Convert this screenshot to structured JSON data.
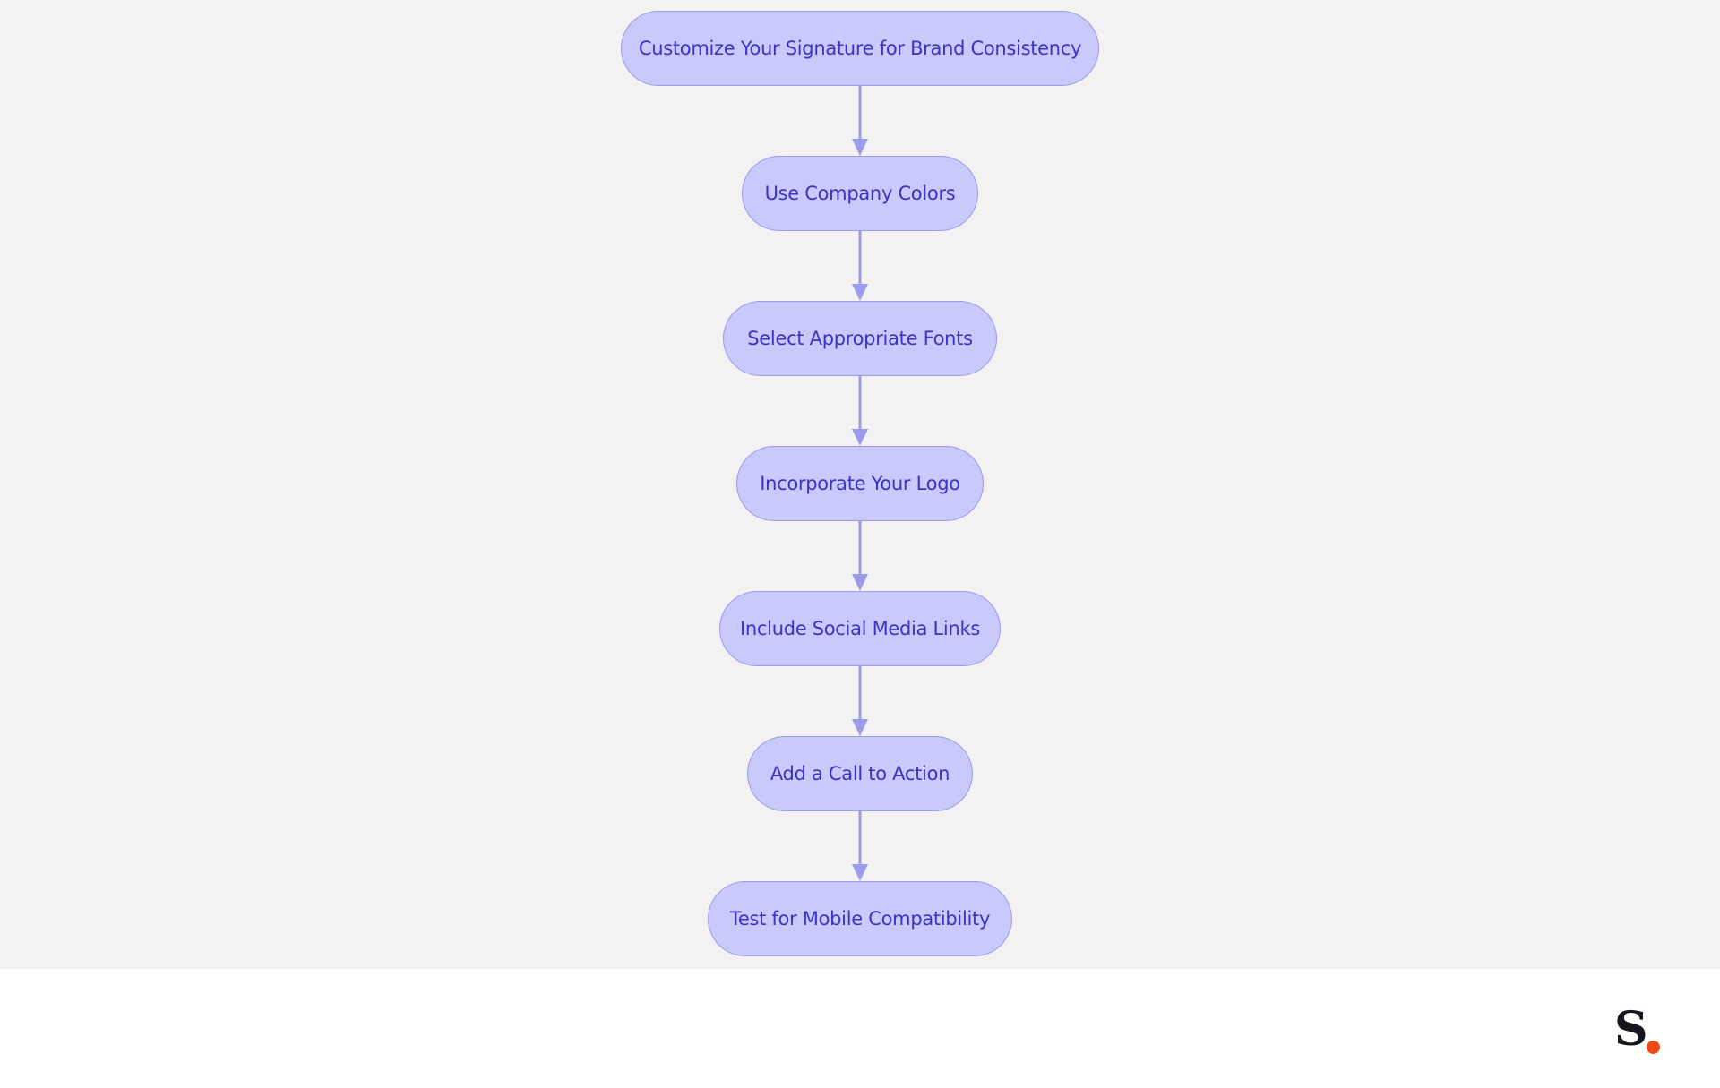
{
  "diagram": {
    "nodes": [
      "Customize Your Signature for Brand Consistency",
      "Use Company Colors",
      "Select Appropriate Fonts",
      "Incorporate Your Logo",
      "Include Social Media Links",
      "Add a Call to Action",
      "Test for Mobile Compatibility"
    ],
    "edges": [
      [
        0,
        1
      ],
      [
        1,
        2
      ],
      [
        2,
        3
      ],
      [
        3,
        4
      ],
      [
        4,
        5
      ],
      [
        5,
        6
      ]
    ],
    "colors": {
      "background": "#f3f1f1",
      "node_fill": "#c9c9fc",
      "node_border": "#9b9bea",
      "node_text": "#3a34c4",
      "edge": "#9b9bea"
    }
  },
  "footer": {
    "logo_icon": "brand-s-logo-icon",
    "logo_letter": "S",
    "logo_dot_color": "#f04a12"
  }
}
